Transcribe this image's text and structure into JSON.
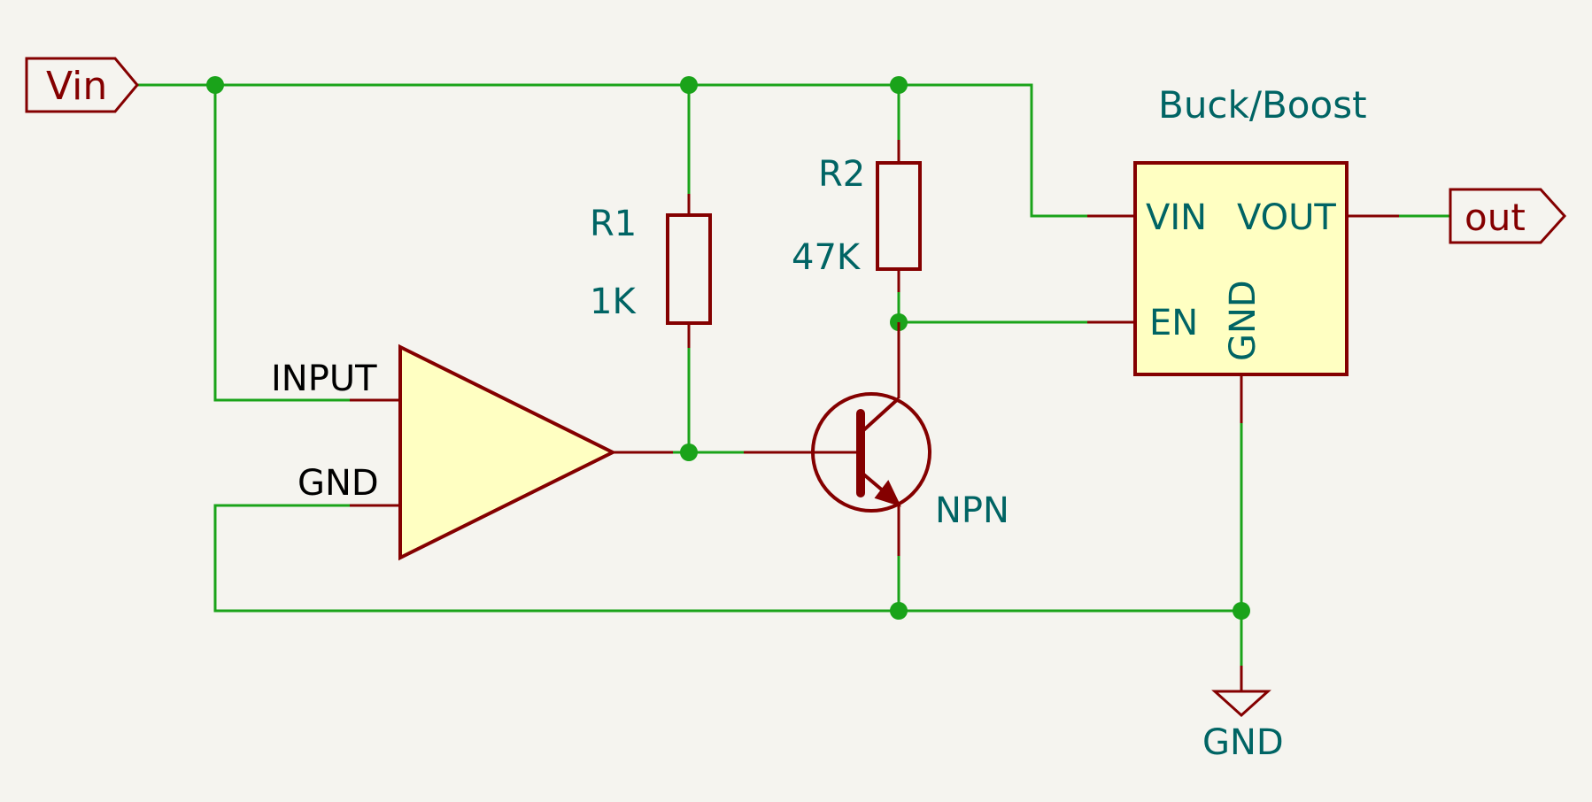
{
  "labels": {
    "vin_port": "Vin",
    "out_port": "out",
    "r1_ref": "R1",
    "r1_value": "1K",
    "r2_ref": "R2",
    "r2_value": "47K",
    "transistor": "NPN",
    "regulator_title": "Buck/Boost",
    "reg_pin_vin": "VIN",
    "reg_pin_vout": "VOUT",
    "reg_pin_en": "EN",
    "reg_pin_gnd": "GND",
    "amp_pin_input": "INPUT",
    "amp_pin_gnd": "GND",
    "ground_symbol": "GND"
  },
  "colors": {
    "background": "#f5f4ef",
    "wire": "#1aa31a",
    "component": "#840000",
    "component_fill": "#ffffc2",
    "component_text": "#006464",
    "pin_text": "#000000"
  }
}
